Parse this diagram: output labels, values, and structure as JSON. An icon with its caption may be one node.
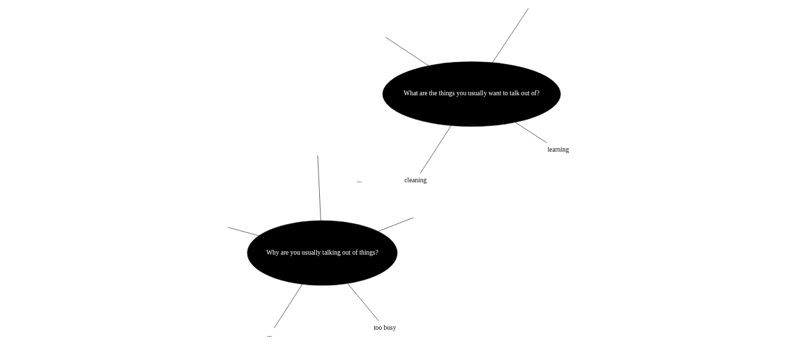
{
  "diagram": {
    "nodes": [
      {
        "text": [
          "What are the things you usually want to talk out of?"
        ]
      },
      {
        "text": [
          "learning"
        ]
      },
      {
        "text": [
          "cleaning"
        ]
      },
      {
        "text": [
          "Why are you usually talking out of things?"
        ]
      },
      {
        "text": [
          "too busy"
        ]
      },
      {
        "text": [
          "..."
        ]
      }
    ],
    "edges": [
      {
        "from": 1,
        "to": 0,
        "arrow": "none"
      },
      {
        "from": 0,
        "to": null,
        "arrow": "none"
      },
      {
        "from": 0,
        "to": null,
        "arrow": "none"
      },
      {
        "from": 2,
        "to": 0,
        "arrow": "none"
      },
      {
        "from": 4,
        "to": 3,
        "arrow": "none"
      },
      {
        "from": 5,
        "to": 3,
        "arrow": "none"
      },
      {
        "from": 3,
        "to": null,
        "arrow": "none"
      },
      {
        "from": 3,
        "to": null,
        "arrow": "none"
      },
      {
        "from": 3,
        "to": null,
        "arrow": "none"
      }
    ],
    "labels": [
      "..."
    ]
  }
}
